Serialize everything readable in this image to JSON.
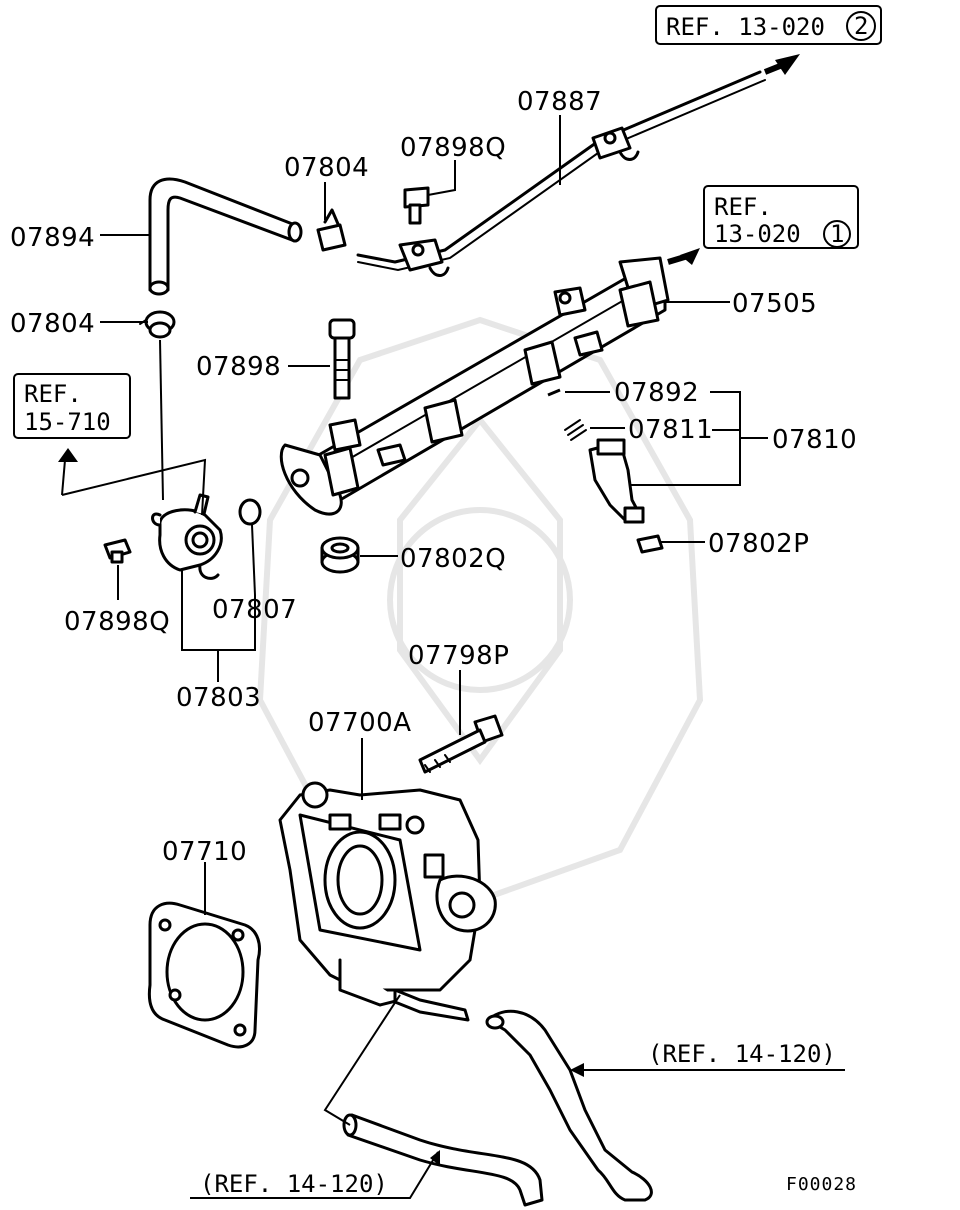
{
  "labels": {
    "p07887": "07887",
    "p07898Q_top": "07898Q",
    "p07804_top": "07804",
    "p07894": "07894",
    "p07804_left": "07804",
    "p07505": "07505",
    "p07898": "07898",
    "p07892": "07892",
    "p07811": "07811",
    "p07810": "07810",
    "p07802Q": "07802Q",
    "p07802P": "07802P",
    "p07898Q_left": "07898Q",
    "p07807": "07807",
    "p07803": "07803",
    "p07798P": "07798P",
    "p07700A": "07700A",
    "p07710": "07710"
  },
  "refs": {
    "top_right": {
      "text": "REF. 13-020",
      "circled": "2"
    },
    "right": {
      "line1": "REF.",
      "line2": "13-020",
      "circled": "1"
    },
    "left": {
      "line1": "REF.",
      "line2": "15-710"
    },
    "hose_right": "(REF. 14-120)",
    "hose_bottom": "(REF. 14-120)"
  },
  "figure_code": "F00028"
}
